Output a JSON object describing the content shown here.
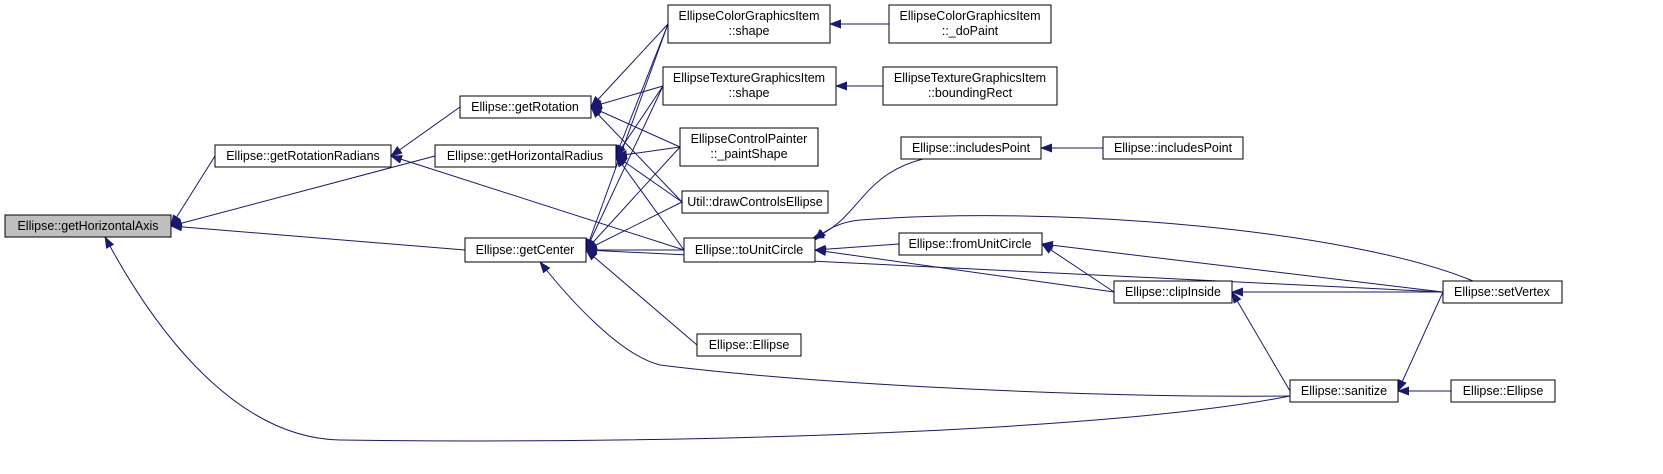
{
  "colors": {
    "edge": "#191970",
    "node_fill": "#ffffff",
    "root_fill": "#bfbfbf",
    "border": "#000000"
  },
  "nodes": {
    "ghaxis": {
      "lines": [
        "Ellipse::getHorizontalAxis"
      ],
      "root": true
    },
    "grotrad": {
      "lines": [
        "Ellipse::getRotationRadians"
      ]
    },
    "ghrad": {
      "lines": [
        "Ellipse::getHorizontalRadius"
      ]
    },
    "gcenter": {
      "lines": [
        "Ellipse::getCenter"
      ]
    },
    "grot": {
      "lines": [
        "Ellipse::getRotation"
      ]
    },
    "ecshape": {
      "lines": [
        "EllipseColorGraphicsItem",
        "::shape"
      ]
    },
    "etshape": {
      "lines": [
        "EllipseTextureGraphicsItem",
        "::shape"
      ]
    },
    "ecpaint": {
      "lines": [
        "EllipseControlPainter",
        "::_paintShape"
      ]
    },
    "udraw": {
      "lines": [
        "Util::drawControlsEllipse"
      ]
    },
    "tounit": {
      "lines": [
        "Ellipse::toUnitCircle"
      ]
    },
    "ector": {
      "lines": [
        "Ellipse::Ellipse"
      ]
    },
    "ecdo": {
      "lines": [
        "EllipseColorGraphicsItem",
        "::_doPaint"
      ]
    },
    "etbound": {
      "lines": [
        "EllipseTextureGraphicsItem",
        "::boundingRect"
      ]
    },
    "incl1": {
      "lines": [
        "Ellipse::includesPoint"
      ]
    },
    "incl2": {
      "lines": [
        "Ellipse::includesPoint"
      ]
    },
    "fromunit": {
      "lines": [
        "Ellipse::fromUnitCircle"
      ]
    },
    "clip": {
      "lines": [
        "Ellipse::clipInside"
      ]
    },
    "setv": {
      "lines": [
        "Ellipse::setVertex"
      ]
    },
    "sanit": {
      "lines": [
        "Ellipse::sanitize"
      ]
    },
    "ector2": {
      "lines": [
        "Ellipse::Ellipse"
      ]
    }
  },
  "edges": [
    {
      "from": "grotrad",
      "to": "ghaxis"
    },
    {
      "from": "ghrad",
      "to": "ghaxis"
    },
    {
      "from": "gcenter",
      "to": "ghaxis"
    },
    {
      "from": "sanit",
      "to": "ghaxis"
    },
    {
      "from": "grot",
      "to": "grotrad"
    },
    {
      "from": "tounit",
      "to": "grotrad"
    },
    {
      "from": "ecshape",
      "to": "grot"
    },
    {
      "from": "etshape",
      "to": "grot"
    },
    {
      "from": "ecpaint",
      "to": "grot"
    },
    {
      "from": "udraw",
      "to": "grot"
    },
    {
      "from": "ecshape",
      "to": "ghrad"
    },
    {
      "from": "etshape",
      "to": "ghrad"
    },
    {
      "from": "ecpaint",
      "to": "ghrad"
    },
    {
      "from": "udraw",
      "to": "ghrad"
    },
    {
      "from": "tounit",
      "to": "ghrad"
    },
    {
      "from": "ecshape",
      "to": "gcenter"
    },
    {
      "from": "etshape",
      "to": "gcenter"
    },
    {
      "from": "ecpaint",
      "to": "gcenter"
    },
    {
      "from": "udraw",
      "to": "gcenter"
    },
    {
      "from": "tounit",
      "to": "gcenter"
    },
    {
      "from": "ector",
      "to": "gcenter"
    },
    {
      "from": "setv",
      "to": "gcenter"
    },
    {
      "from": "sanit",
      "to": "gcenter"
    },
    {
      "from": "ecdo",
      "to": "ecshape"
    },
    {
      "from": "etbound",
      "to": "etshape"
    },
    {
      "from": "incl1",
      "to": "tounit"
    },
    {
      "from": "fromunit",
      "to": "tounit"
    },
    {
      "from": "clip",
      "to": "tounit"
    },
    {
      "from": "setv",
      "to": "tounit"
    },
    {
      "from": "incl2",
      "to": "incl1"
    },
    {
      "from": "clip",
      "to": "fromunit"
    },
    {
      "from": "setv",
      "to": "fromunit"
    },
    {
      "from": "setv",
      "to": "clip"
    },
    {
      "from": "sanit",
      "to": "clip"
    },
    {
      "from": "setv",
      "to": "sanit"
    },
    {
      "from": "ector2",
      "to": "sanit"
    }
  ]
}
